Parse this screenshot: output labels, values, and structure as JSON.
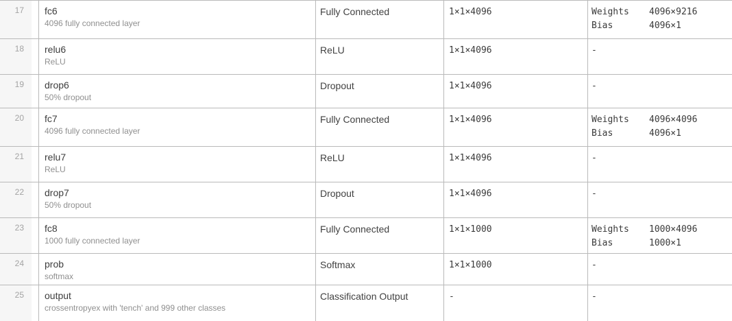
{
  "colors": {
    "border": "#b9b9b9",
    "row_number_bg": "#f6f6f6",
    "row_number_text": "#a3a3a3",
    "layer_name_text": "#3d3d3d",
    "description_text": "#8f8f8f",
    "mono_text": "#3a3a3a"
  },
  "rows": [
    {
      "num": "17",
      "name": "fc6",
      "desc": "4096 fully connected layer",
      "type": "Fully Connected",
      "activations": "1×1×4096",
      "learnables": [
        {
          "label": "Weights",
          "value": "4096×9216"
        },
        {
          "label": "Bias",
          "value": "4096×1"
        }
      ]
    },
    {
      "num": "18",
      "name": "relu6",
      "desc": "ReLU",
      "type": "ReLU",
      "activations": "1×1×4096",
      "learnables_none": "-"
    },
    {
      "num": "19",
      "name": "drop6",
      "desc": "50% dropout",
      "type": "Dropout",
      "activations": "1×1×4096",
      "learnables_none": "-"
    },
    {
      "num": "20",
      "name": "fc7",
      "desc": "4096 fully connected layer",
      "type": "Fully Connected",
      "activations": "1×1×4096",
      "learnables": [
        {
          "label": "Weights",
          "value": "4096×4096"
        },
        {
          "label": "Bias",
          "value": "4096×1"
        }
      ]
    },
    {
      "num": "21",
      "name": "relu7",
      "desc": "ReLU",
      "type": "ReLU",
      "activations": "1×1×4096",
      "learnables_none": "-"
    },
    {
      "num": "22",
      "name": "drop7",
      "desc": "50% dropout",
      "type": "Dropout",
      "activations": "1×1×4096",
      "learnables_none": "-"
    },
    {
      "num": "23",
      "name": "fc8",
      "desc": "1000 fully connected layer",
      "type": "Fully Connected",
      "activations": "1×1×1000",
      "learnables": [
        {
          "label": "Weights",
          "value": "1000×4096"
        },
        {
          "label": "Bias",
          "value": "1000×1"
        }
      ]
    },
    {
      "num": "24",
      "name": "prob",
      "desc": "softmax",
      "type": "Softmax",
      "activations": "1×1×1000",
      "learnables_none": "-"
    },
    {
      "num": "25",
      "name": "output",
      "desc": "crossentropyex with 'tench' and 999 other classes",
      "type": "Classification Output",
      "activations": "-",
      "learnables_none": "-"
    }
  ]
}
